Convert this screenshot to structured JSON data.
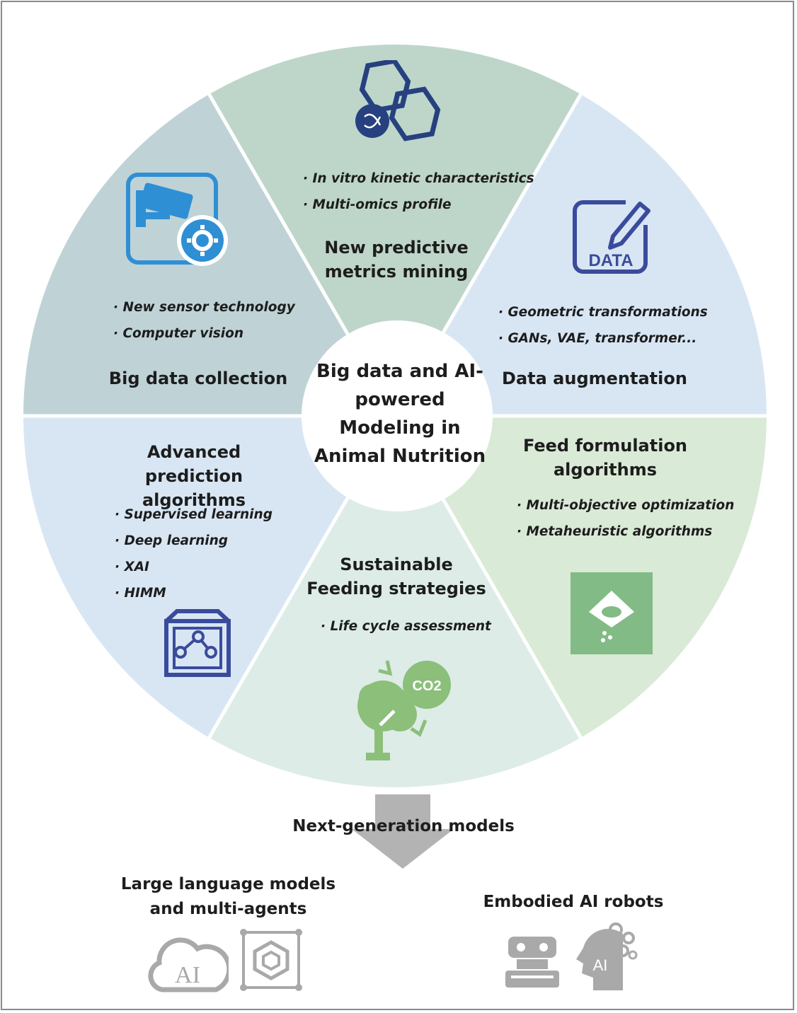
{
  "center": {
    "title": "Big data and AI-powered Modeling in Animal Nutrition"
  },
  "segments": {
    "big_data_collection": {
      "title": "Big data collection",
      "bullets": [
        "New sensor technology",
        "Computer vision"
      ],
      "icon": "surveillance-camera-gear-icon",
      "color": "#bfd3d6"
    },
    "new_metrics": {
      "title": "New predictive metrics mining",
      "bullets": [
        "In vitro kinetic characteristics",
        "Multi-omics profile"
      ],
      "icon": "linked-hexagons-dna-icon",
      "color": "#bed6c9"
    },
    "data_augmentation": {
      "title": "Data augmentation",
      "bullets": [
        "Geometric transformations",
        "GANs, VAE, transformer..."
      ],
      "icon": "data-edit-icon",
      "icon_text": "DATA",
      "color": "#d8e6f4"
    },
    "feed_formulation": {
      "title": "Feed formulation algorithms",
      "bullets": [
        "Multi-objective optimization",
        "Metaheuristic algorithms"
      ],
      "icon": "pig-feed-sign-icon",
      "color": "#d9ead6"
    },
    "sustainable_feeding": {
      "title": "Sustainable Feeding strategies",
      "bullets": [
        "Life cycle assessment"
      ],
      "icon": "tree-co2-icon",
      "icon_text": "CO2",
      "color": "#ddece7"
    },
    "prediction_algorithms": {
      "title": "Advanced prediction algorithms",
      "bullets": [
        "Supervised learning",
        "Deep learning",
        "XAI",
        "HIMM"
      ],
      "icon": "cube-network-icon",
      "color": "#d8e6f4"
    }
  },
  "next": {
    "label": "Next-generation models",
    "left_title": "Large language models and multi-agents",
    "left_icons": [
      "ai-cloud-icon",
      "cube-frame-icon"
    ],
    "left_icon_text": "AI",
    "right_title": "Embodied AI robots",
    "right_icons": [
      "robot-icon",
      "ai-head-icon"
    ],
    "right_icon_text": "AI"
  }
}
